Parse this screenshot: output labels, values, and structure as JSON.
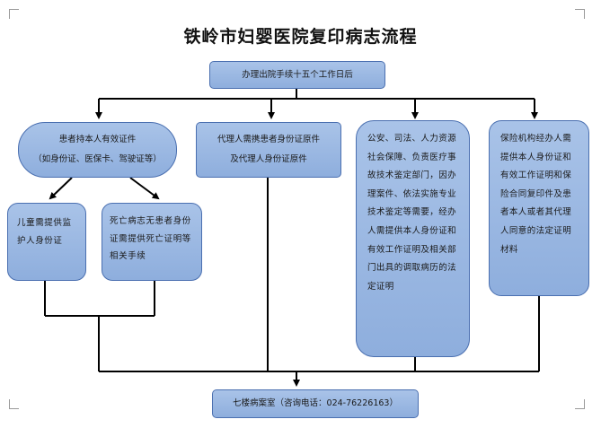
{
  "title": "铁岭市妇婴医院复印病志流程",
  "start": {
    "label": "办理出院手续十五个工作日后"
  },
  "branches": {
    "patient_self": {
      "line1": "患者持本人有效证件",
      "line2": "（如身份证、医保卡、驾驶证等）"
    },
    "agent": {
      "line1": "代理人需携患者身份证原件",
      "line2": "及代理人身份证原件"
    },
    "authorities": {
      "label": "公安、司法、人力资源社会保障、负责医疗事故技术鉴定部门，因办理案件、依法实施专业技术鉴定等需要，经办人需提供本人身份证和有效工作证明及相关部门出具的调取病历的法定证明"
    },
    "insurance": {
      "label": "保险机构经办人需提供本人身份证和有效工作证明和保险合同复印件及患者本人或者其代理人同意的法定证明材料"
    }
  },
  "sub": {
    "child": {
      "label": "儿童需提供监护人身份证"
    },
    "deceased": {
      "label": "死亡病志无患者身份证需提供死亡证明等相关手续"
    }
  },
  "end": {
    "label": "七楼病案室（咨询电话：024-76226163）"
  },
  "colors": {
    "box_fill": "#9db9e3",
    "box_border": "#4a6fb0",
    "line": "#000000"
  }
}
